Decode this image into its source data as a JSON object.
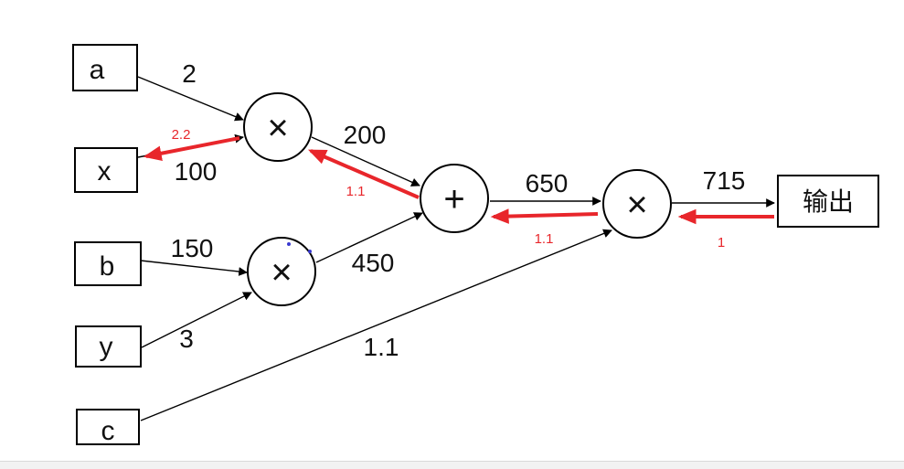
{
  "inputs": {
    "a": "a",
    "x": "x",
    "b": "b",
    "y": "y",
    "c": "c"
  },
  "ops": {
    "mul1": "×",
    "add": "+",
    "mul2": "×",
    "mul3": "×"
  },
  "output": "输出",
  "forward_values": {
    "a": "2",
    "x": "100",
    "mul1_out": "200",
    "b": "150",
    "y": "3",
    "mul2_out": "450",
    "add_out": "650",
    "c": "1.1",
    "mul3_out": "715"
  },
  "gradients": {
    "output": "1",
    "add_out": "1.1",
    "mul1_out": "1.1",
    "x": "2.2"
  },
  "colors": {
    "gradient": "#e8262b",
    "accent_dot": "#3a3ad0"
  }
}
